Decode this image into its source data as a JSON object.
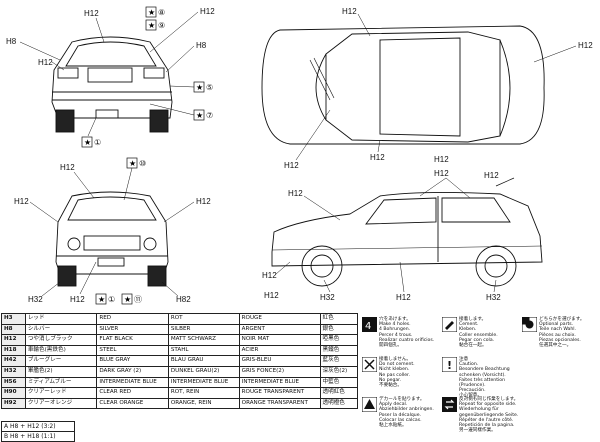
{
  "callouts": {
    "h8": "H8",
    "h12": "H12",
    "h32": "H32",
    "h82": "H82",
    "s1": "①",
    "s5": "⑤",
    "s7": "⑦",
    "s8": "⑧",
    "s9": "⑨",
    "s10": "⑩",
    "s11": "⑪"
  },
  "color_table": [
    {
      "code": "H3",
      "jp": "レッド",
      "en": "RED",
      "de": "ROT",
      "fr": "ROUGE",
      "ch": "紅色"
    },
    {
      "code": "H8",
      "jp": "シルバー",
      "en": "SILVER",
      "de": "SILBER",
      "fr": "ARGENT",
      "ch": "銀色"
    },
    {
      "code": "H12",
      "jp": "つや消しブラック",
      "en": "FLAT BLACK",
      "de": "MATT SCHWARZ",
      "fr": "NOIR MAT",
      "ch": "啞黑色"
    },
    {
      "code": "H18",
      "jp": "車輪色(黒鉄色)",
      "en": "STEEL",
      "de": "STAHL",
      "fr": "ACIER",
      "ch": "黑鐵色"
    },
    {
      "code": "H42",
      "jp": "ブルーグレー",
      "en": "BLUE GRAY",
      "de": "BLAU GRAU",
      "fr": "GRIS-BLEU",
      "ch": "藍灰色"
    },
    {
      "code": "H32",
      "jp": "軍艦色(2)",
      "en": "DARK GRAY (2)",
      "de": "DUNKEL GRAU(2)",
      "fr": "GRIS FONCE(2)",
      "ch": "深灰色(2)"
    },
    {
      "code": "H56",
      "jp": "ミディアムブルー",
      "en": "INTERMEDIATE BLUE",
      "de": "INTERMEDIATE BLUE",
      "fr": "INTERMEDIATE BLUE",
      "ch": "中藍色"
    },
    {
      "code": "H90",
      "jp": "クリアーレッド",
      "en": "CLEAR RED",
      "de": "ROT, REIN",
      "fr": "ROUGE TRANSPARENT",
      "ch": "透明紅色"
    },
    {
      "code": "H92",
      "jp": "クリアーオレンジ",
      "en": "CLEAR ORANGE",
      "de": "ORANGE, REIN",
      "fr": "ORANGE TRANSPARENT",
      "ch": "透明橙色"
    }
  ],
  "mix_rows": [
    {
      "label": "A",
      "formula": "H8 + H12 (3:2)"
    },
    {
      "label": "B",
      "formula": "H8 + H18 (1:1)"
    }
  ],
  "legend": {
    "make_holes": {
      "icon": "drill-holes-icon",
      "lines": [
        "穴をあけます。",
        "Make 4 holes.",
        "4 Bohrungen.",
        "Percer 4 trous.",
        "Realizar cuatro orificios.",
        "開四個孔。"
      ]
    },
    "cement": {
      "icon": "cement-tube-icon",
      "lines": [
        "接着します。",
        "Cement.",
        "Kleben.",
        "Coller ensemble.",
        "Pegar con cola.",
        "黏合在一起。"
      ]
    },
    "optional": {
      "icon": "optional-parts-icon",
      "lines": [
        "どちらかを選びます。",
        "Optional parts.",
        "Teile nach Wahl.",
        "Pièces au choix.",
        "Piezas opcionales.",
        "任選其中之一。"
      ]
    },
    "no_cement": {
      "icon": "no-cement-icon",
      "lines": [
        "接着しません。",
        "Do not cement.",
        "Nicht kleben.",
        "Ne pas coller.",
        "No pegar.",
        "不要黏合。"
      ]
    },
    "caution": {
      "icon": "caution-icon",
      "lines": [
        "注意",
        "Caution.",
        "Besondere Beachtung schenken (Vorsicht).",
        "Faites très attention (Prudence).",
        "Precaución.",
        "小心留意。"
      ]
    },
    "decal": {
      "icon": "apply-decal-icon",
      "lines": [
        "デカールを貼ります。",
        "Apply decal.",
        "Abziehbilder anbringen.",
        "Poser la décalque.",
        "Colocar las calcas.",
        "粘上水貼紙。"
      ]
    },
    "repeat": {
      "icon": "repeat-opposite-icon",
      "lines": [
        "反対側も同じ作業をします。",
        "Repeat for opposite side.",
        "Wiederholung für gegenüberliegende Seite.",
        "Répéter de l'autre côté.",
        "Repetición de la pagina.",
        "另一邊同樣作業。"
      ]
    }
  }
}
